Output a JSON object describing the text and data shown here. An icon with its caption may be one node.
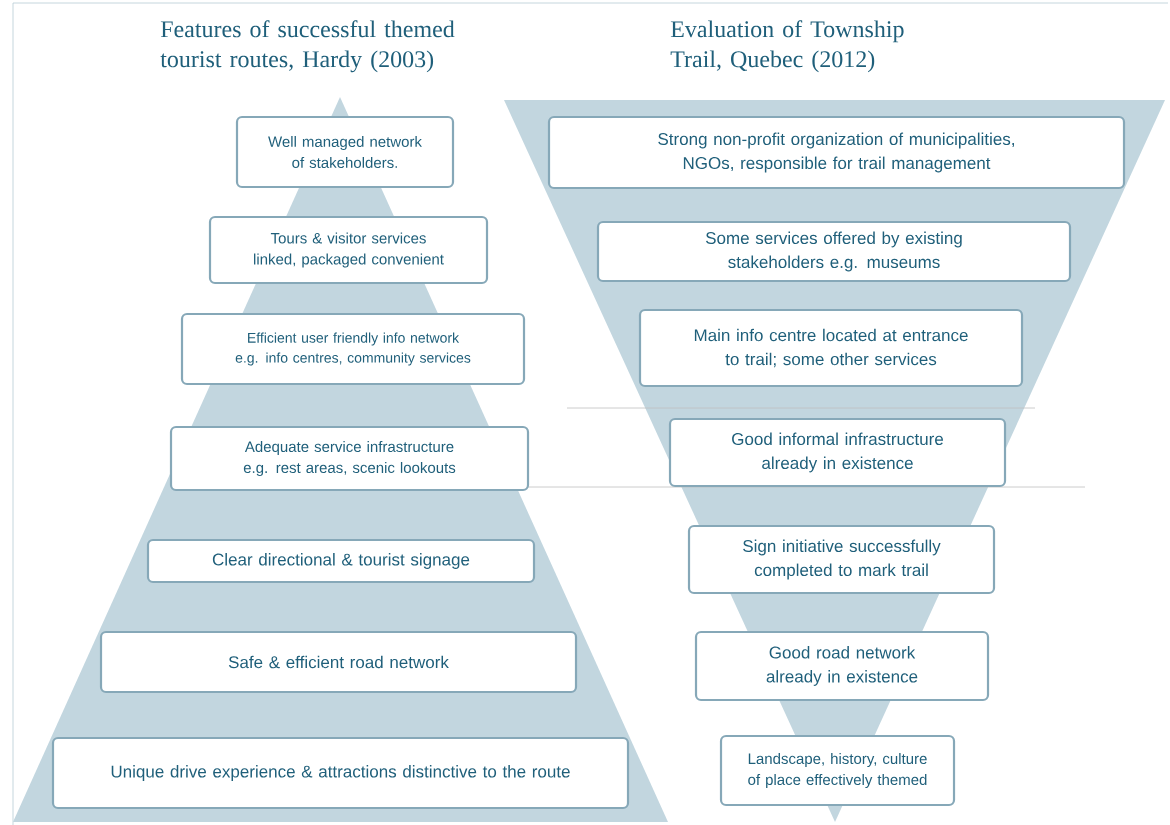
{
  "diagram": {
    "nodes": [
      {
        "text": [
          "Well managed network of stakeholders."
        ]
      },
      {
        "text": [
          "Tours & visitor services linked, packaged convenient"
        ]
      },
      {
        "text": [
          "Efficient user friendly info network e.g. info centres, community services"
        ]
      },
      {
        "text": [
          "Adequate service infrastructure e.g. rest areas, scenic lookouts"
        ]
      },
      {
        "text": [
          "Clear directional & tourist signage"
        ]
      },
      {
        "text": [
          "Safe & efficient road network"
        ]
      },
      {
        "text": [
          "Unique drive experience & attractions distinctive to the route"
        ]
      },
      {
        "text": [
          "Strong non-profit organization of municipalities, NGOs, responsible for trail management"
        ]
      },
      {
        "text": [
          "Some services offered by existing stakeholders e.g. museums"
        ]
      },
      {
        "text": [
          "Main info centre located at entrance to trail; some other services"
        ]
      },
      {
        "text": [
          "Good informal infrastructure already in existence"
        ]
      },
      {
        "text": [
          "Sign initiative successfully completed to mark trail"
        ]
      },
      {
        "text": [
          "Good road network already in existence"
        ]
      },
      {
        "text": [
          "Landscape, history, culture of place effectively themed"
        ]
      }
    ],
    "labels": [
      "Features of successful themed tourist routes, Hardy (2003)",
      "Evaluation of Township Trail, Quebec (2012)"
    ]
  }
}
